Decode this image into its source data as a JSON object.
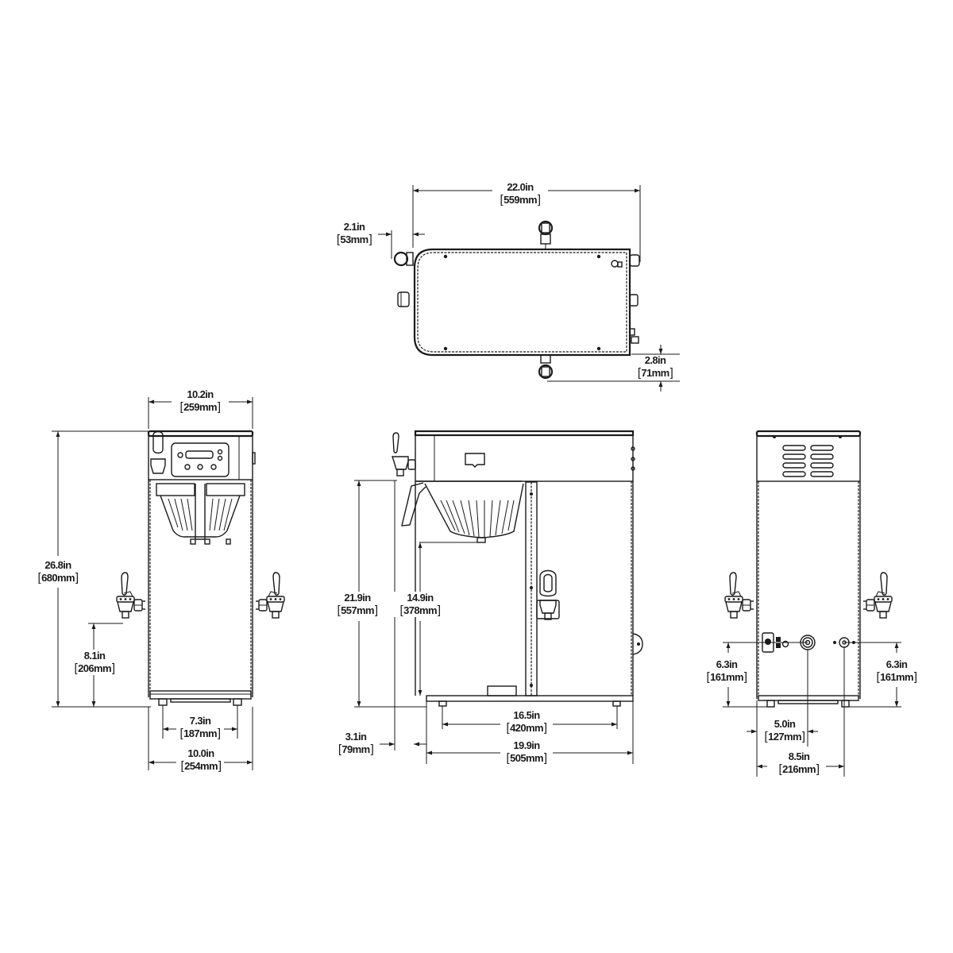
{
  "drawing": {
    "subject": "Dual-dispense coffee brewer dimension drawing",
    "views": [
      "top-view",
      "front-view",
      "side-view",
      "rear-view"
    ],
    "line_color": "#1a1a1a",
    "background": "#ffffff"
  },
  "top_view": {
    "width": {
      "in": "22.0in",
      "mm": "559mm"
    },
    "left_offset": {
      "in": "2.1in",
      "mm": "53mm"
    },
    "faucet_offset": {
      "in": "2.8in",
      "mm": "71mm"
    }
  },
  "front_view": {
    "top_width": {
      "in": "10.2in",
      "mm": "259mm"
    },
    "overall_height": {
      "in": "26.8in",
      "mm": "680mm"
    },
    "faucet_height": {
      "in": "8.1in",
      "mm": "206mm"
    },
    "leg_spacing": {
      "in": "7.3in",
      "mm": "187mm"
    },
    "base_width": {
      "in": "10.0in",
      "mm": "254mm"
    },
    "control_panel": {
      "buttons": 5,
      "display": "lcd"
    }
  },
  "side_view": {
    "sprayhead_height": {
      "in": "21.9in",
      "mm": "557mm"
    },
    "funnel_clearance": {
      "in": "14.9in",
      "mm": "378mm"
    },
    "leg_spacing": {
      "in": "16.5in",
      "mm": "420mm"
    },
    "overall_depth": {
      "in": "19.9in",
      "mm": "505mm"
    },
    "front_overhang": {
      "in": "3.1in",
      "mm": "79mm"
    }
  },
  "rear_view": {
    "left_connection_height": {
      "in": "6.3in",
      "mm": "161mm"
    },
    "right_connection_height": {
      "in": "6.3in",
      "mm": "161mm"
    },
    "inlet_offset": {
      "in": "5.0in",
      "mm": "127mm"
    },
    "outlet_offset": {
      "in": "8.5in",
      "mm": "216mm"
    },
    "vent_slots": 8
  }
}
